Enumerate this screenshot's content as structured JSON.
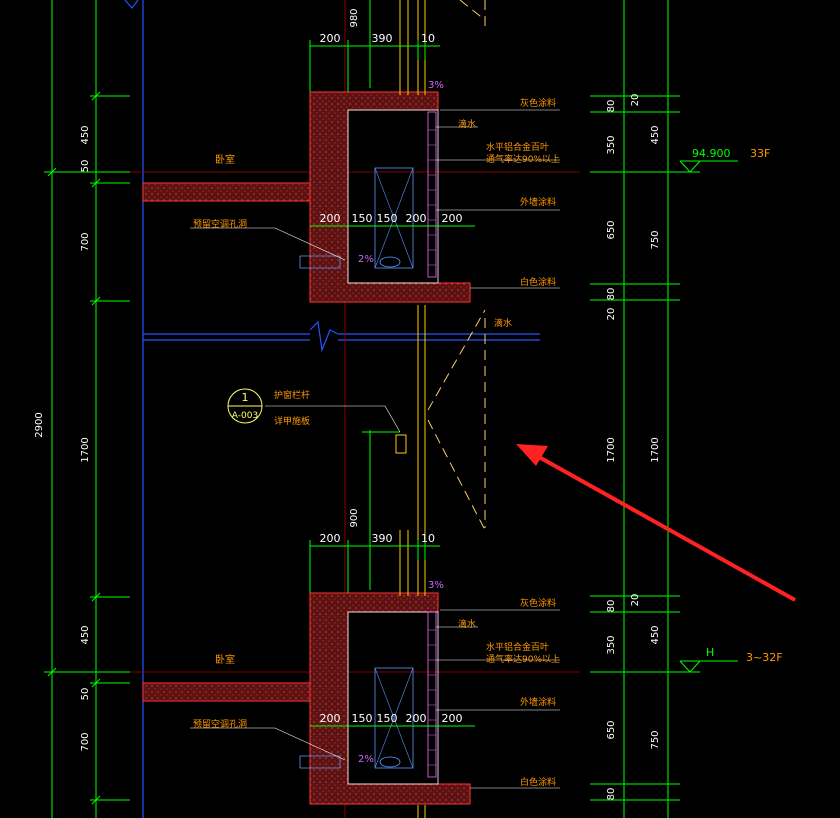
{
  "colors": {
    "background": "#000000",
    "dimension_line": "#00ff00",
    "wall_fill": "#7a1818",
    "wall_outline": "#ff3333",
    "gridline": "#ff0000",
    "window_frame": "#ffcc00",
    "room_label": "#ff9900",
    "annotation": "#ff9900",
    "detail_symbol": "#ffff66",
    "arrow": "#ff2222",
    "slab_blue": "#2255ff"
  },
  "left_dims": {
    "total": "2900",
    "upper": [
      "450",
      "50",
      "700"
    ],
    "middle": "1700",
    "lower": [
      "450",
      "50",
      "700"
    ]
  },
  "right_dims_a": {
    "upper": [
      "80",
      "350",
      "650",
      "80"
    ],
    "upper_small": [
      "20",
      "20"
    ],
    "middle": "1700",
    "lower": [
      "80",
      "350",
      "650",
      "80"
    ],
    "lower_small": "20"
  },
  "right_dims_b": {
    "upper": [
      "450",
      "750"
    ],
    "middle": "1700",
    "lower": [
      "450",
      "750"
    ]
  },
  "top_dims": {
    "height_upper": "980",
    "height_lower": "900",
    "upper": [
      "200",
      "390",
      "10"
    ],
    "lower": [
      "200",
      "390",
      "10"
    ]
  },
  "box_dims": {
    "upper": [
      "200",
      "150",
      "150",
      "200",
      "200"
    ],
    "lower": [
      "200",
      "150",
      "150",
      "200",
      "200"
    ]
  },
  "slope": {
    "upper": "3%",
    "lower": "3%",
    "drain_upper": "2%",
    "drain_lower": "2%"
  },
  "rooms": {
    "upper": "卧室",
    "lower": "卧室"
  },
  "notes_upper": {
    "finish_gray": "灰色涂料",
    "drip": "滴水",
    "louver_1": "水平铝合金百叶",
    "louver_2": "通气率达90%以上",
    "exterior_paint": "外墙涂料",
    "white_paint": "白色涂料",
    "ac_hole": "预留空调孔洞"
  },
  "notes_lower": {
    "finish_gray": "灰色涂料",
    "drip": "滴水",
    "louver_1": "水平铝合金百叶",
    "louver_2": "通气率达90%以上",
    "exterior_paint": "外墙涂料",
    "white_paint": "白色涂料",
    "ac_hole": "预留空调孔洞"
  },
  "drip_middle": "滴水",
  "detail_symbol": {
    "number": "1",
    "sheet": "A-003",
    "label_1": "护窗栏杆",
    "label_2": "详甲施板"
  },
  "levels": {
    "upper_value": "94.900",
    "upper_floor": "33F",
    "lower_value": "H",
    "lower_floor": "3~32F"
  }
}
